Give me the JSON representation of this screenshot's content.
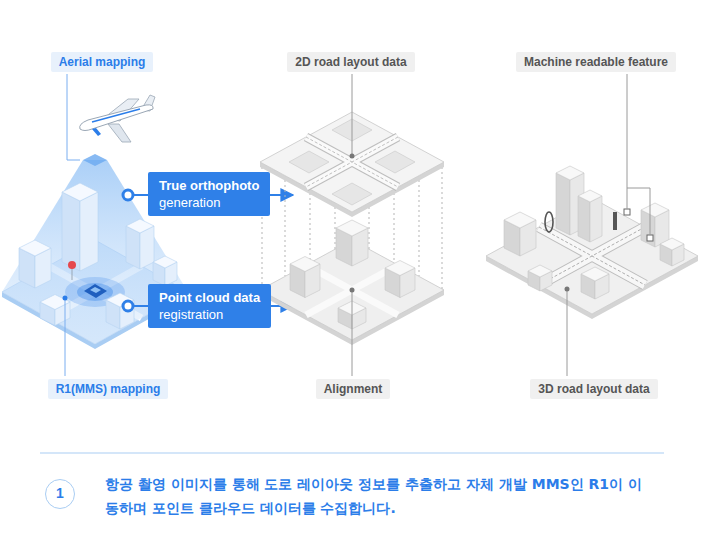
{
  "diagram": {
    "caption": "항공 촬영 이미지를 통해 도로 레이아웃 정보를 추출하고 자체 개발 MMS인 R1이 이동하며 포인트 클라우드 데이터를 수집합니다.",
    "nodes": [
      {
        "text": [
          "Aerial mapping"
        ]
      },
      {
        "text": [
          "2D road layout data"
        ]
      },
      {
        "text": [
          "Machine readable feature"
        ]
      },
      {
        "text": [
          "True orthophoto",
          "generation"
        ]
      },
      {
        "text": [
          "Point cloud data",
          "registration"
        ]
      },
      {
        "text": [
          "R1(MMS) mapping"
        ]
      },
      {
        "text": [
          "Alignment"
        ]
      },
      {
        "text": [
          "3D road layout data"
        ]
      },
      {
        "text": [
          "1"
        ]
      }
    ]
  }
}
